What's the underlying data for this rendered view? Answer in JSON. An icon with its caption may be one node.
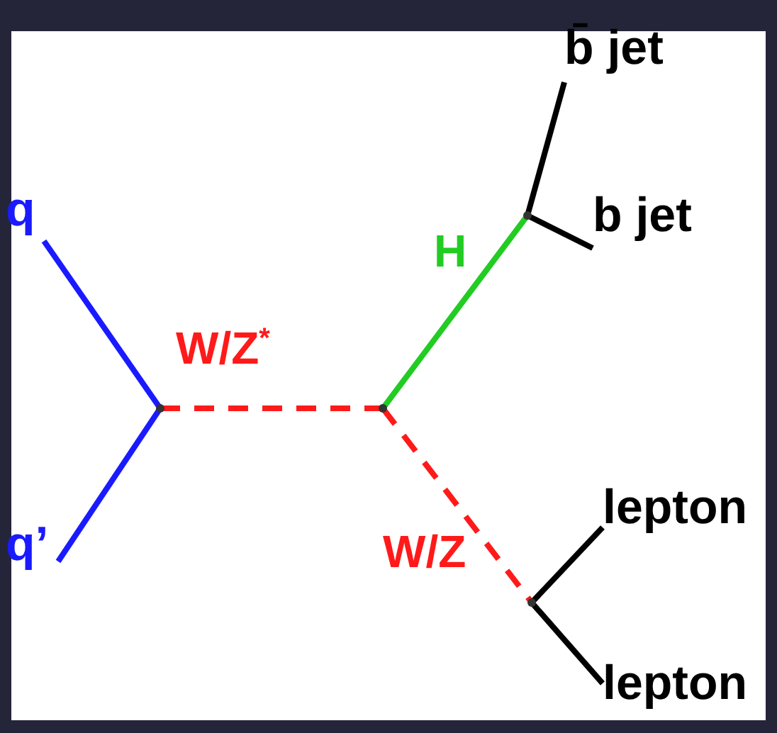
{
  "diagram": {
    "nodes": [
      {
        "text": [
          "q"
        ]
      },
      {
        "text": [
          "q’"
        ]
      },
      {
        "text": [],
        "shape": "dot"
      },
      {
        "text": [],
        "shape": "dot"
      },
      {
        "text": [],
        "shape": "dot"
      },
      {
        "text": [
          "b̄ jet"
        ]
      },
      {
        "text": [
          "b jet"
        ]
      },
      {
        "text": [],
        "shape": "dot"
      },
      {
        "text": [
          "lepton"
        ]
      },
      {
        "text": [
          "lepton"
        ]
      }
    ],
    "edges": [
      {
        "from": 0,
        "to": 2,
        "arrow": "none",
        "color": "#1a1aff"
      },
      {
        "from": 1,
        "to": 2,
        "arrow": "none",
        "color": "#1a1aff"
      },
      {
        "from": 2,
        "to": 3,
        "arrow": "none",
        "label": "W/Z$^{*}$",
        "style": "dashed",
        "color": "#ff1a1a"
      },
      {
        "from": 3,
        "to": 4,
        "arrow": "none",
        "label": "H",
        "color": "#22cc22"
      },
      {
        "from": 4,
        "to": 5,
        "arrow": "none"
      },
      {
        "from": 4,
        "to": 6,
        "arrow": "none"
      },
      {
        "from": 3,
        "to": 7,
        "arrow": "none",
        "label": "W/Z",
        "style": "dashed",
        "color": "#ff1a1a"
      },
      {
        "from": 7,
        "to": 8,
        "arrow": "none"
      },
      {
        "from": 7,
        "to": 9,
        "arrow": "none"
      }
    ]
  }
}
